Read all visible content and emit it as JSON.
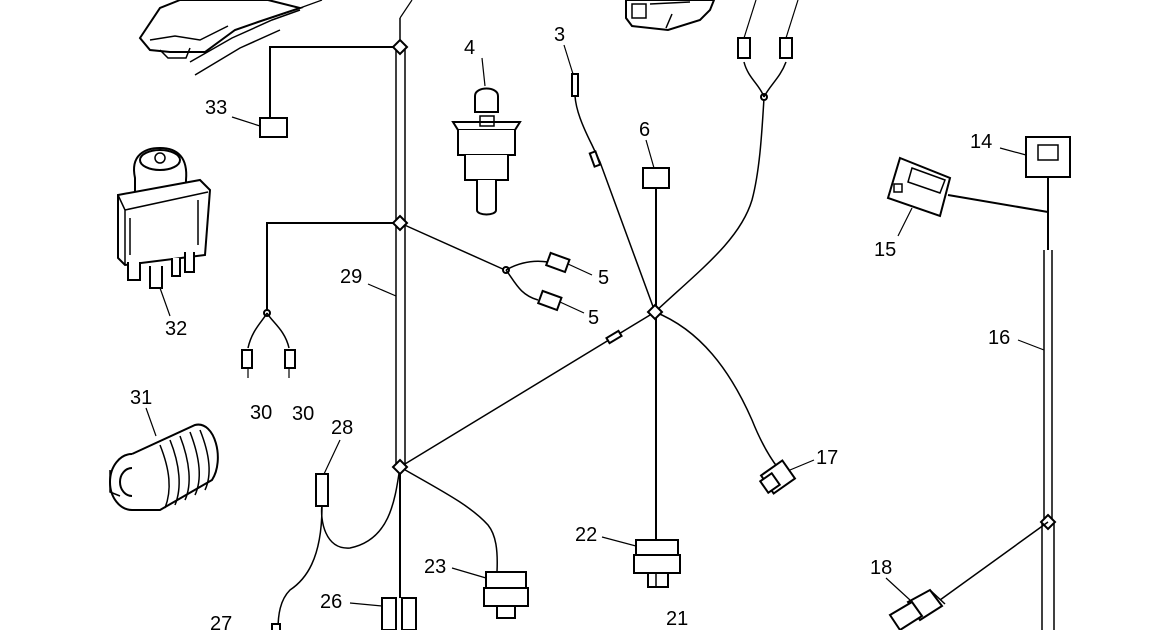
{
  "diagram": {
    "title": "",
    "callouts": {
      "c3": "3",
      "c4": "4",
      "c5a": "5",
      "c5b": "5",
      "c6": "6",
      "c14": "14",
      "c15": "15",
      "c16": "16",
      "c17": "17",
      "c18": "18",
      "c21": "21",
      "c22": "22",
      "c23": "23",
      "c26": "26",
      "c27": "27",
      "c28": "28",
      "c29": "29",
      "c30a": "30",
      "c30b": "30",
      "c31": "31",
      "c32": "32",
      "c33": "33"
    }
  }
}
